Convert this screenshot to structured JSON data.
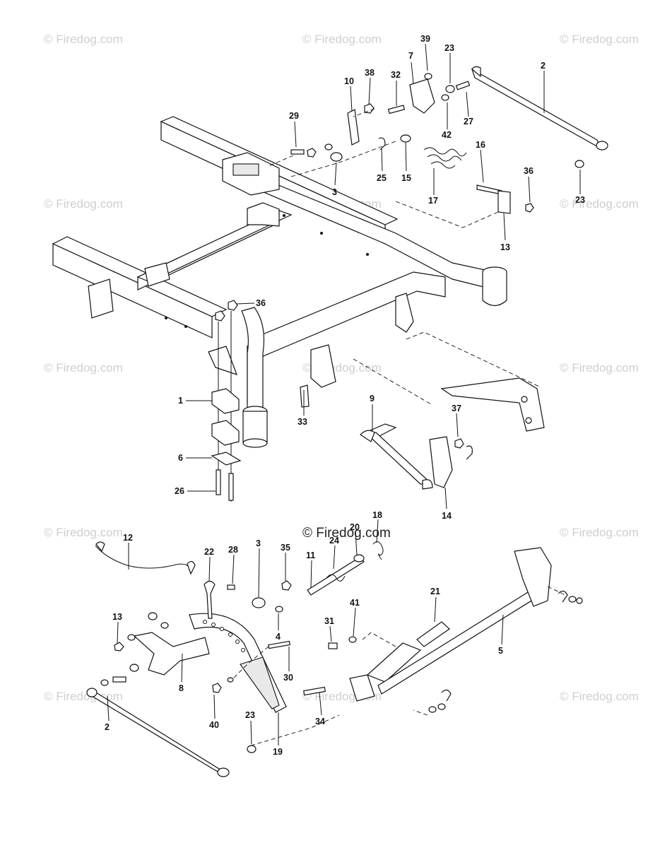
{
  "watermark": {
    "text": "© Firedog.com",
    "center_text": "© Firedog.com"
  },
  "callouts": {
    "c39": "39",
    "c23a": "23",
    "c2a": "2",
    "c7": "7",
    "c38": "38",
    "c32": "32",
    "c10": "10",
    "c27": "27",
    "c42": "42",
    "c29": "29",
    "c16": "16",
    "c36a": "36",
    "c25": "25",
    "c15": "15",
    "c3a": "3",
    "c17": "17",
    "c23b": "23",
    "c13a": "13",
    "c36b": "36",
    "c1": "1",
    "c33": "33",
    "c9": "9",
    "c37": "37",
    "c6": "6",
    "c26": "26",
    "c14": "14",
    "c18": "18",
    "c20": "20",
    "c24": "24",
    "c12": "12",
    "c22": "22",
    "c28": "28",
    "c3b": "3",
    "c35": "35",
    "c11": "11",
    "c21": "21",
    "c41": "41",
    "c31": "31",
    "c13b": "13",
    "c4": "4",
    "c5": "5",
    "c8": "8",
    "c30": "30",
    "c40": "40",
    "c23c": "23",
    "c34": "34",
    "c2b": "2",
    "c19": "19"
  }
}
